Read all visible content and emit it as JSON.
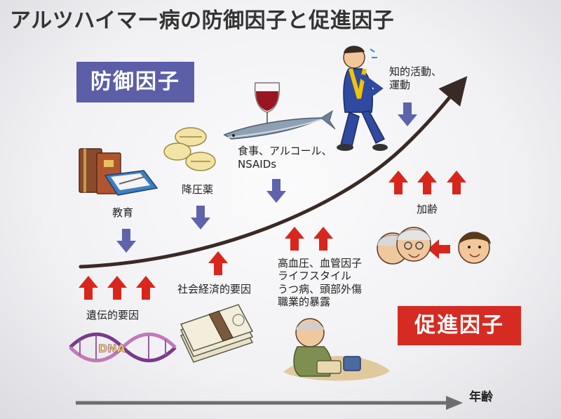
{
  "title": "アルツハイマー病の防御因子と促進因子",
  "protective": {
    "heading": "防御因子",
    "factors": {
      "education": "教育",
      "antihypertensive": "降圧薬",
      "diet_line1": "食事、アルコール、",
      "diet_line2": "NSAIDs",
      "intellectual_line1": "知的活動、",
      "intellectual_line2": "運動"
    }
  },
  "promoting": {
    "heading": "促進因子",
    "factors": {
      "genetic": "遺伝的要因",
      "socioeconomic": "社会経済的要因",
      "lifestyle_line1": "高血圧、血管因子",
      "lifestyle_line2": "ライフスタイル",
      "lifestyle_line3": "うつ病、頭部外傷",
      "lifestyle_line4": "職業的暴露",
      "aging": "加齢"
    }
  },
  "axis": {
    "label": "年齢"
  },
  "dna_label": "DNA",
  "colors": {
    "protect_box": "#5c5ea8",
    "promote_box": "#d62b22",
    "down_arrow": "#5e63ab",
    "up_arrow": "#d9261c",
    "curve": "#3a2a26",
    "axis": "#6d6d6d"
  }
}
